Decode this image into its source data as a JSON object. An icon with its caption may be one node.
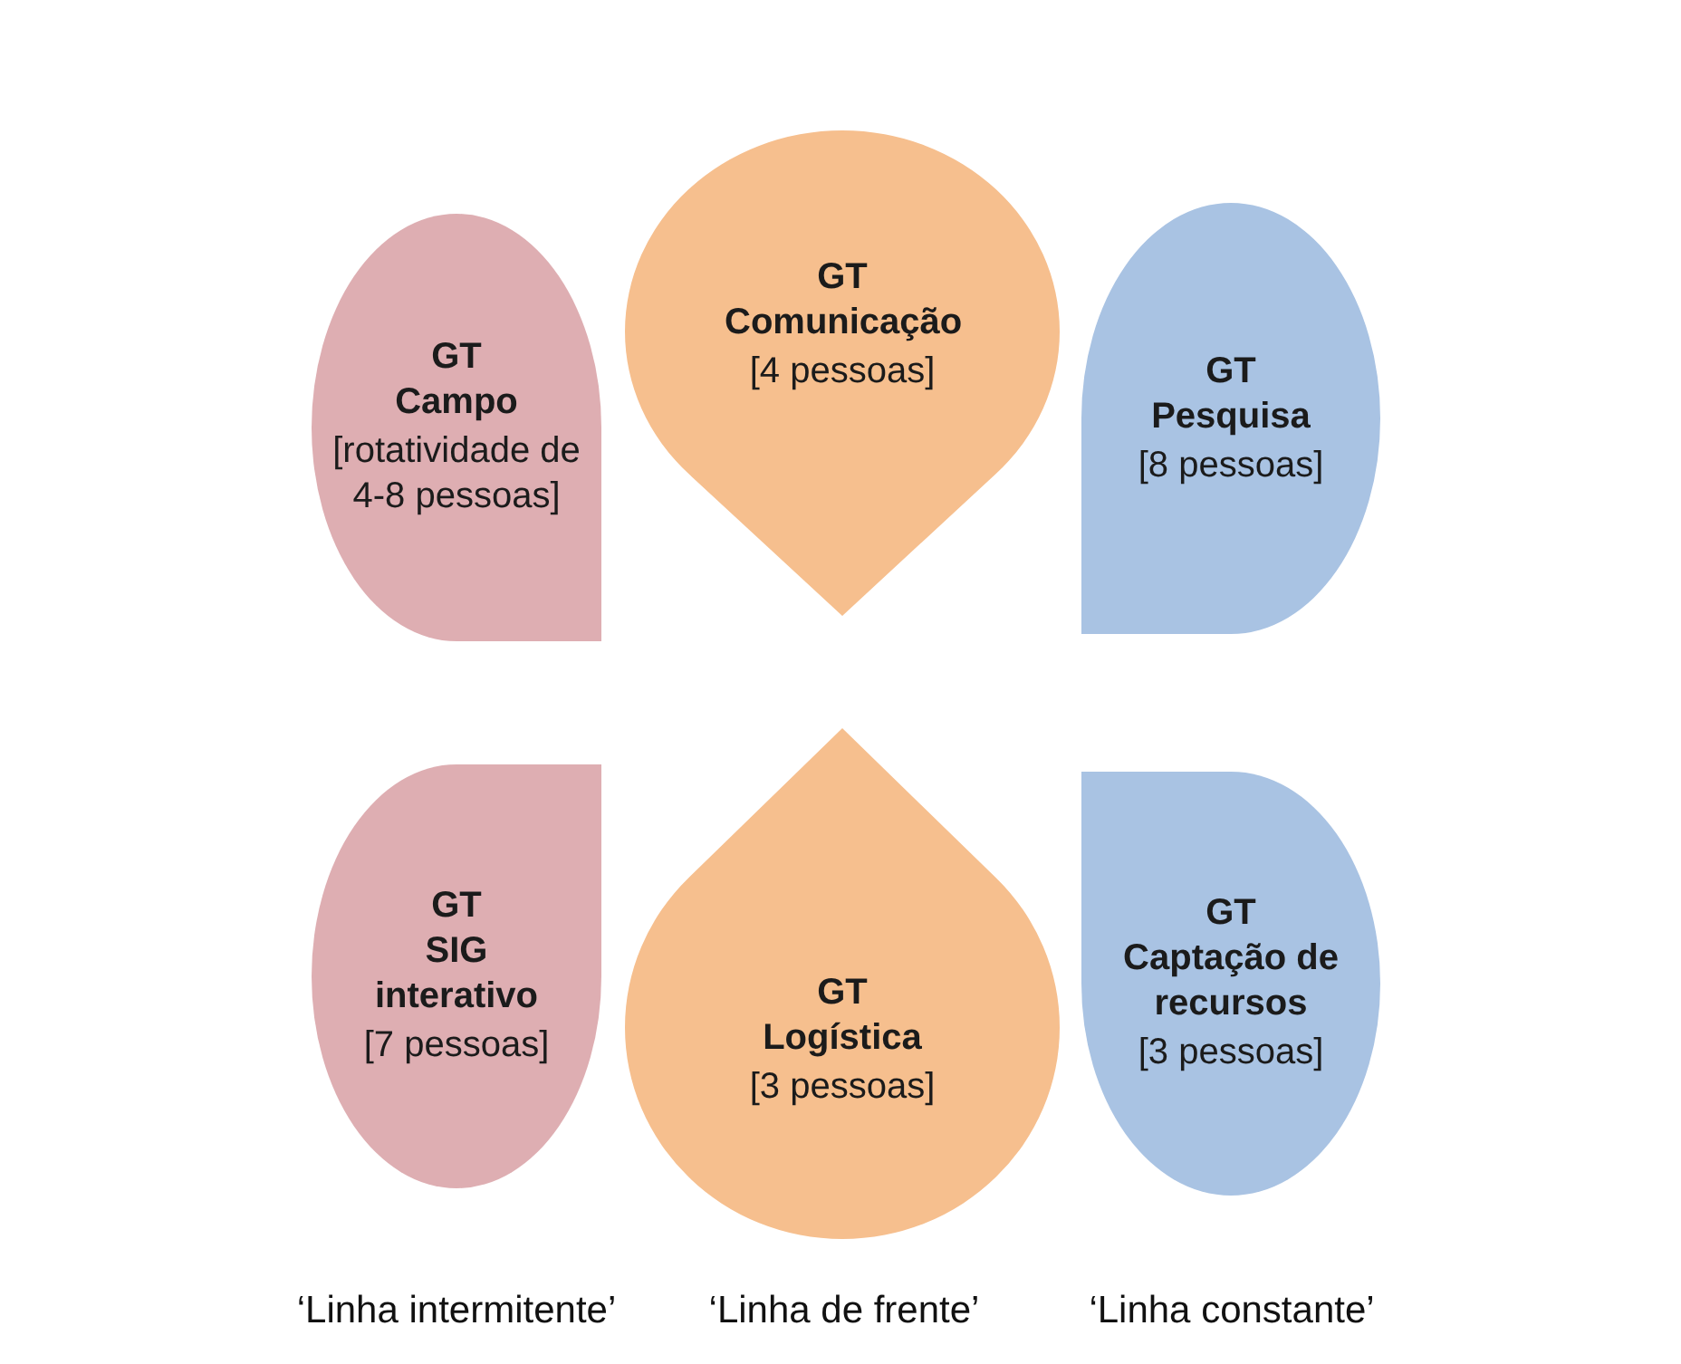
{
  "diagram": {
    "nodes": [
      {
        "text": [
          "GT Campo",
          "[rotatividade de 4-8 pessoas]"
        ]
      },
      {
        "text": [
          "GT Comunicação",
          "[4 pessoas]"
        ]
      },
      {
        "text": [
          "GT Pesquisa",
          "[8 pessoas]"
        ]
      },
      {
        "text": [
          "GT SIG interativo",
          "[7 pessoas]"
        ]
      },
      {
        "text": [
          "GT Logística",
          "[3 pessoas]"
        ]
      },
      {
        "text": [
          "GT Captação de recursos",
          "[3 pessoas]"
        ]
      }
    ],
    "edges": [],
    "labels": [
      "‘Linha intermitente’",
      "‘Linha de frente’",
      "‘Linha constante’"
    ]
  }
}
